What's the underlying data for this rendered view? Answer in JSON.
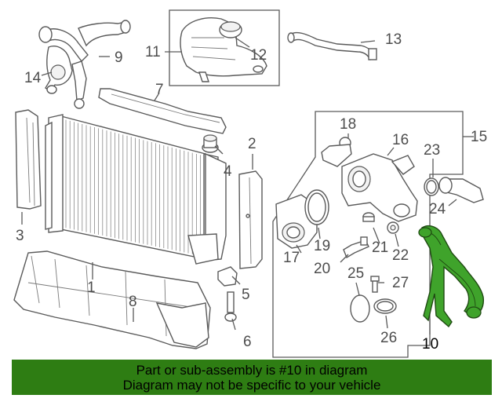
{
  "caption": {
    "line1": "Part or sub-assembly is #10 in diagram",
    "line2": "Diagram may not be specific to your vehicle"
  },
  "callouts": {
    "c1": "1",
    "c2": "2",
    "c3": "3",
    "c4": "4",
    "c5": "5",
    "c6": "6",
    "c7": "7",
    "c8": "8",
    "c9": "9",
    "c10": "10",
    "c11": "11",
    "c12": "12",
    "c13": "13",
    "c14": "14",
    "c15": "15",
    "c16": "16",
    "c17": "17",
    "c18": "18",
    "c19": "19",
    "c20": "20",
    "c21": "21",
    "c22": "22",
    "c23": "23",
    "c24": "24",
    "c25": "25",
    "c26": "26",
    "c27": "27"
  },
  "highlighted_part": "10",
  "colors": {
    "caption_bg": "#2e7d13",
    "highlight_fill": "#3fa32b",
    "line": "#5a5a5a",
    "label": "#4d4d4d"
  }
}
